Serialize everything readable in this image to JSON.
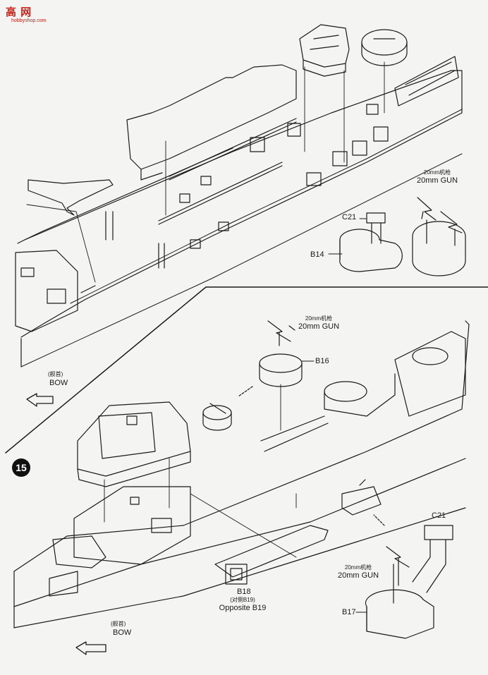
{
  "watermark": {
    "logo_text": "高 网",
    "url": "hobbyshop.com"
  },
  "upper_panel": {
    "c21": "C21",
    "b14": "B14",
    "gun_cn": "20mm机枪",
    "gun_en": "20mm GUN",
    "bow_cn": "(舰首)",
    "bow_en": "BOW"
  },
  "lower_panel": {
    "step_number": "15",
    "gun_top_cn": "20mm机枪",
    "gun_top_en": "20mm GUN",
    "b16": "B16",
    "b18": "B18",
    "opposite_cn": "(对侧B19)",
    "opposite_en": "Opposite B19",
    "c21": "C21",
    "gun_bottom_cn": "20mm机枪",
    "gun_bottom_en": "20mm GUN",
    "b17": "B17",
    "bow_cn": "(舰首)",
    "bow_en": "BOW"
  }
}
